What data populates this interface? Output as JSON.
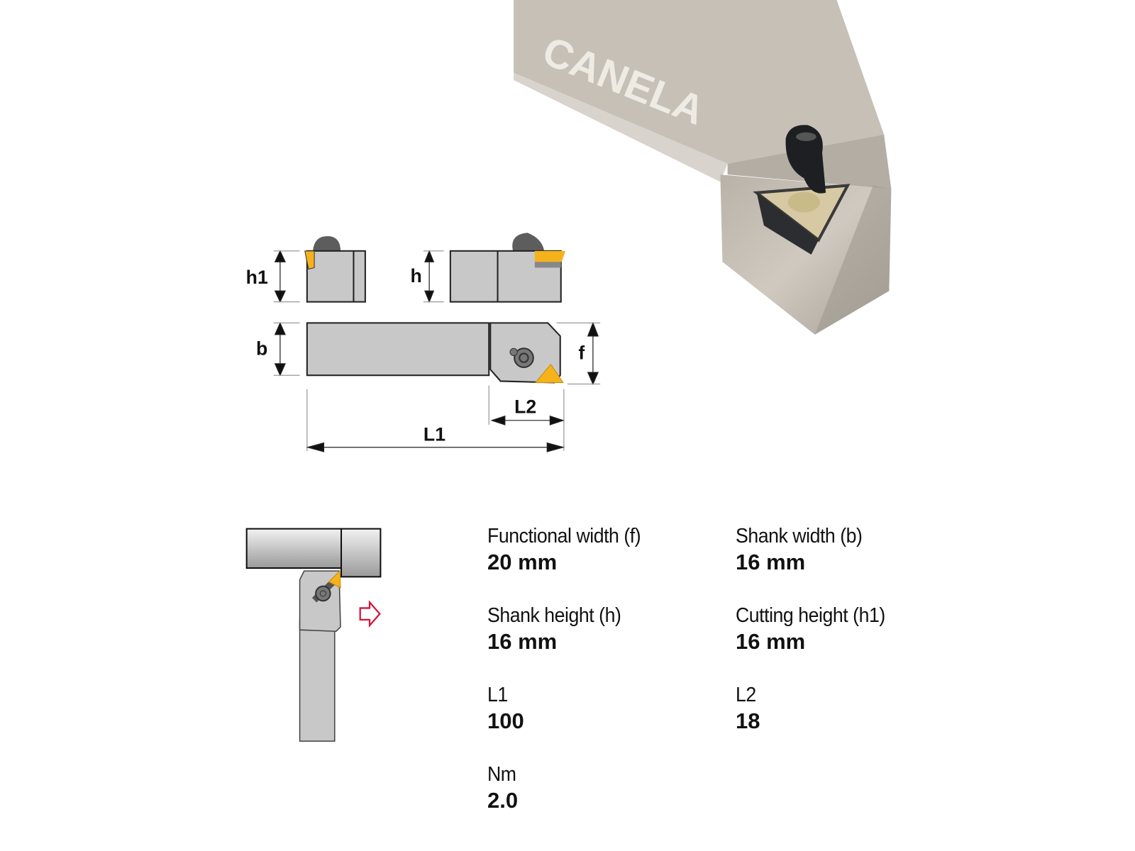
{
  "photo": {
    "brand_logo": "CANELA"
  },
  "diagram": {
    "labels": {
      "h1": "h1",
      "h": "h",
      "b": "b",
      "f": "f",
      "L1": "L1",
      "L2": "L2"
    }
  },
  "colors": {
    "insert": "#f5b21b",
    "body": "#c8c8c8",
    "arrow": "#d4143a"
  },
  "specs": [
    {
      "label": "Functional width (f)",
      "value": "20 mm"
    },
    {
      "label": "Shank width (b)",
      "value": "16 mm"
    },
    {
      "label": "Shank height (h)",
      "value": "16 mm"
    },
    {
      "label": "Cutting height (h1)",
      "value": "16 mm"
    },
    {
      "label": "L1",
      "value": "100"
    },
    {
      "label": "L2",
      "value": "18"
    },
    {
      "label": "Nm",
      "value": "2.0"
    }
  ]
}
